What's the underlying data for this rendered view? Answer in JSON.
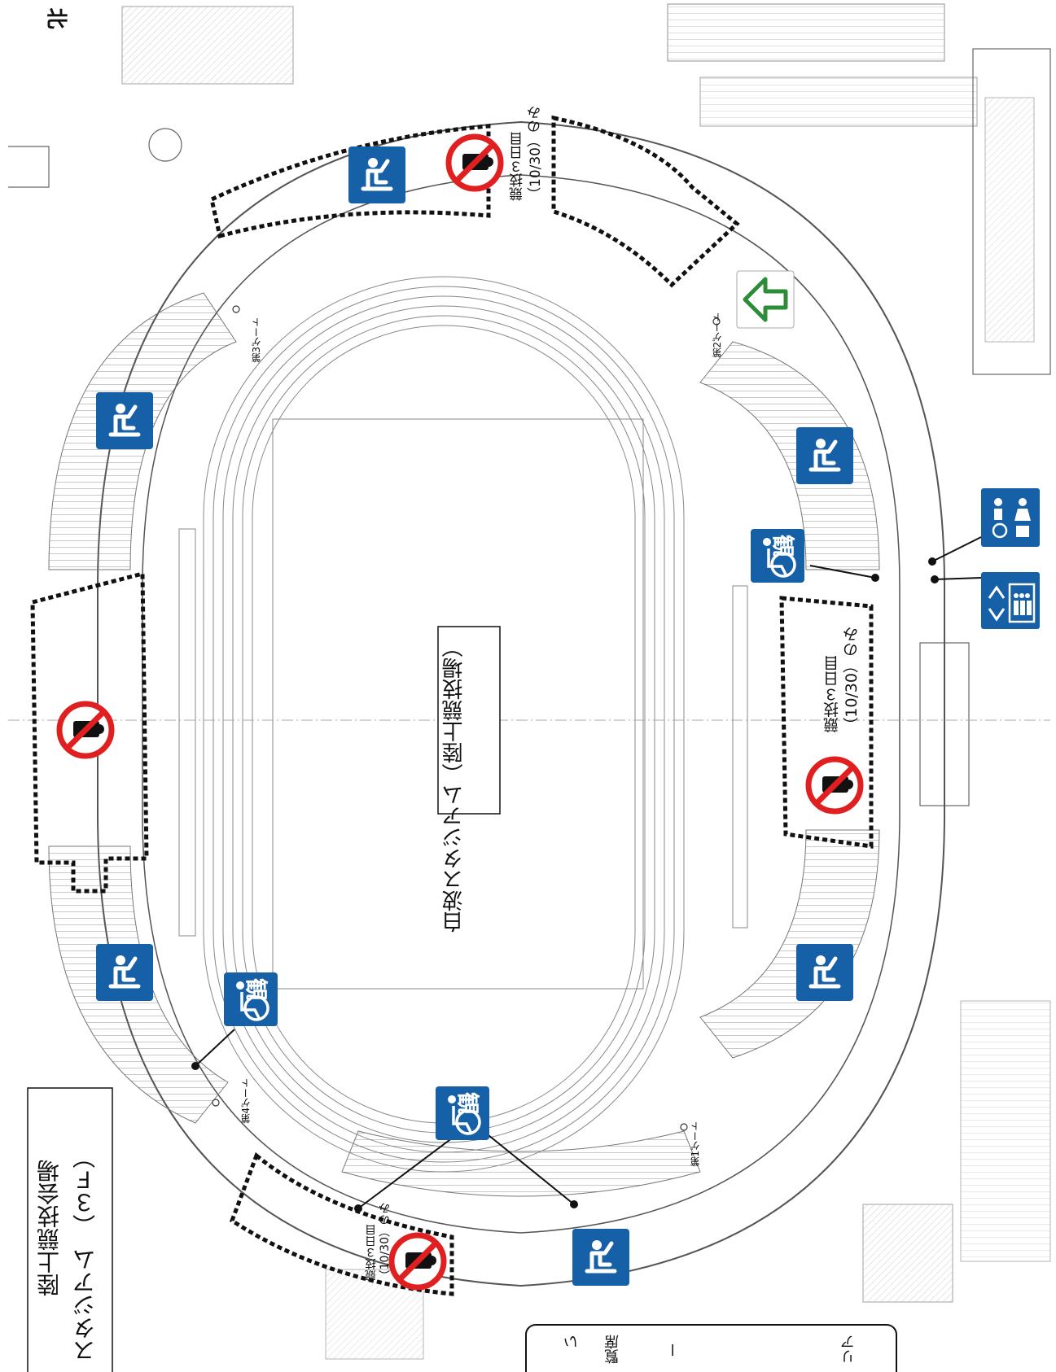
{
  "venue": {
    "title": "白波スタジアム",
    "subtitle": "（陸上競技場）"
  },
  "north_label": "北",
  "title_box": {
    "line1": "陸上競技会場",
    "line2": "スタジアム　（３Ｆ）"
  },
  "note_day3": {
    "line1": "競技３日目",
    "line2": "（10/30）のみ"
  },
  "gates": {
    "gate1": "第1ゲート",
    "gate2": "第2ゲート",
    "gate3": "第3ゲート",
    "gate4": "第4ゲート"
  },
  "legend": {
    "item1": "い",
    "item2": "覧席",
    "item3": "ー",
    "item4": "リア"
  },
  "icons": {
    "seating": "seating-area-icon",
    "no_standing": "no-standing-icon",
    "wheelchair_viewing": "wheelchair-viewing-seat-icon",
    "multipurpose_toilet": "multipurpose-toilet-icon",
    "elevator": "elevator-icon",
    "entrance_arrow": "entrance-arrow-icon",
    "wheelchair_char": "観"
  },
  "colors": {
    "sign_blue": "#1660a8",
    "prohibition_red": "#e02020",
    "entrance_green": "#2e8b3a",
    "line": "#555555"
  }
}
